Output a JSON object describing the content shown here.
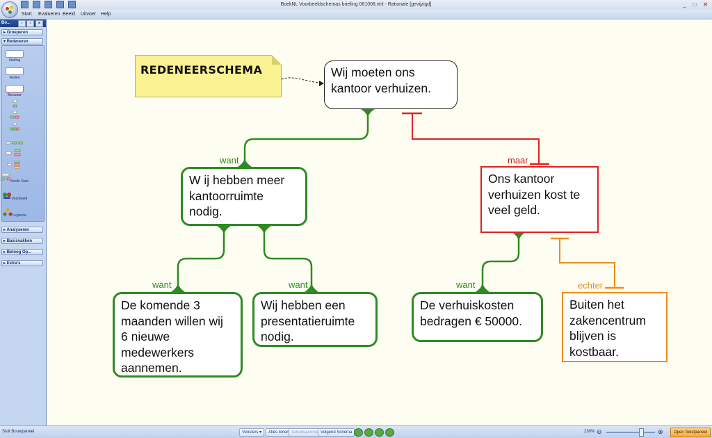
{
  "window": {
    "title": "BoekNL Voorbeeldschemas briefing 081008.rtnl - Rationale [gevijzigd]"
  },
  "menu": [
    "Start",
    "Evalueren",
    "Beeld",
    "Uitvoer",
    "Help"
  ],
  "sidebar": {
    "header": "Bo...",
    "groups_top": [
      "Groeperen"
    ],
    "open_group": "Redeneren",
    "tools": [
      "Stelling",
      "Reden",
      "Bezwaar",
      "Snelle Start",
      "Voorbeeld",
      "Legenda"
    ],
    "groups_bottom": [
      "Analyseren",
      "Basisvakken",
      "Betoog Op...",
      "Extra's"
    ]
  },
  "diagram": {
    "note": "REDENEERSCHEMA",
    "claim": [
      "Wij moeten ons",
      "kantoor verhuizen."
    ],
    "reason_main": [
      "W ij hebben meer",
      "kantoorruimte",
      "nodig."
    ],
    "objection_main": [
      "Ons kantoor",
      "verhuizen kost te",
      "veel geld."
    ],
    "reason_1": [
      "De komende 3",
      "maanden willen wij",
      "6 nieuwe",
      "medewerkers",
      "aannemen."
    ],
    "reason_2": [
      "Wij hebben een",
      "presentatieruimte",
      "nodig."
    ],
    "reason_3": [
      "De verhuiskosten",
      "bedragen € 50000."
    ],
    "rebuttal": [
      "Buiten het",
      "zakencentrum",
      "blijven is",
      "kostbaar."
    ],
    "labels": {
      "want": "want",
      "maar": "maar",
      "echter": "echter"
    }
  },
  "statusbar": {
    "close_panel": "Sluit Bouwpaneel",
    "vensters": "Vensters",
    "alles_tonen": "Alles tonen",
    "schemavormen": "Schemavormen",
    "volgend": "Volgend Schema",
    "zoom": "230%",
    "open_text": "Open Tekstpaneel"
  },
  "colors": {
    "reason": "#2e8b22",
    "objection": "#e02020",
    "rebuttal": "#f08c1a"
  }
}
